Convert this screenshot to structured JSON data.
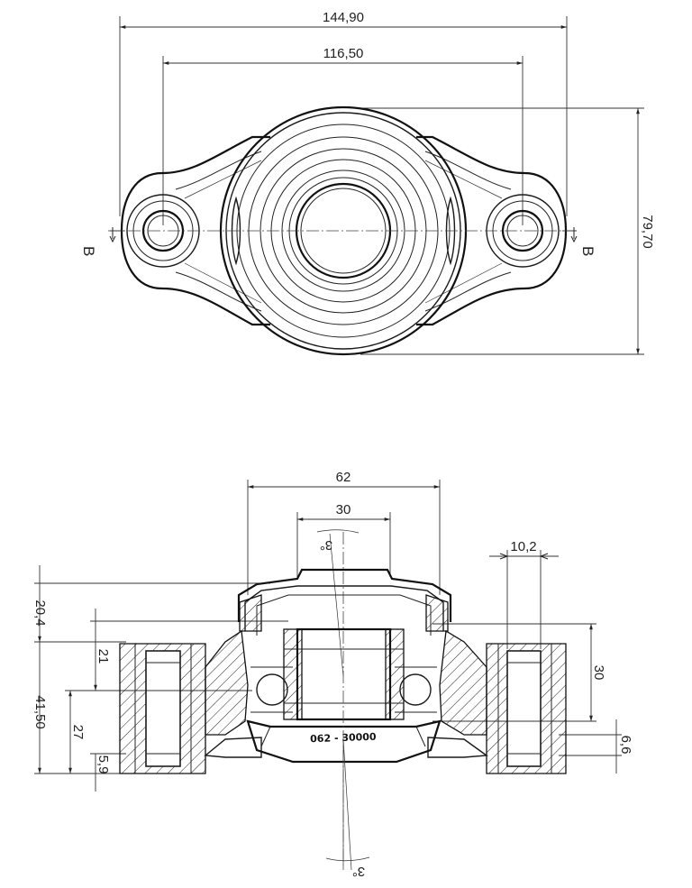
{
  "top_view": {
    "dim_overall_width": "144,90",
    "dim_hole_spacing": "116,50",
    "dim_height": "79,70",
    "section_label_left": "B",
    "section_label_right": "B"
  },
  "section_view": {
    "dim_outer_dia": "62",
    "dim_inner_dia": "30",
    "dim_boss_width": "10,2",
    "dim_top_offset": "20,4",
    "dim_total_height": "41,50",
    "dim_upper": "21",
    "dim_lower": "27",
    "dim_base": "5,9",
    "dim_right_height": "30",
    "dim_right_small": "6,6",
    "angle_top": "3°",
    "angle_bottom": "3°",
    "part_number": "062 - 30000"
  }
}
